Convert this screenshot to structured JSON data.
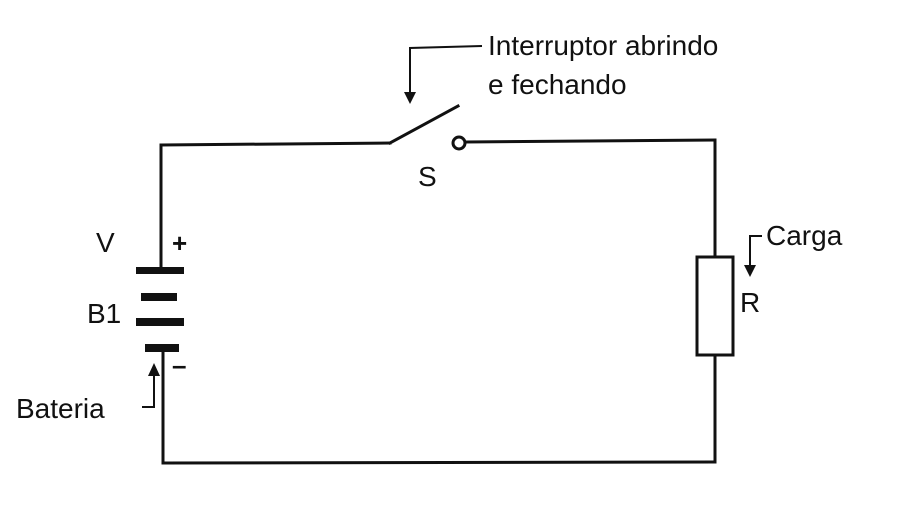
{
  "switch": {
    "label": "S",
    "annotation_line1": "Interruptor abrindo",
    "annotation_line2": "e fechando"
  },
  "battery": {
    "voltage_label": "V",
    "name": "B1",
    "plus": "+",
    "minus": "–",
    "annotation": "Bateria"
  },
  "load": {
    "label": "R",
    "annotation": "Carga"
  },
  "colors": {
    "ink": "#111111",
    "background": "#ffffff"
  }
}
